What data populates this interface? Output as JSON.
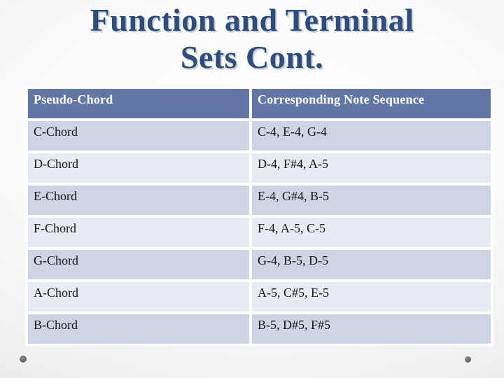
{
  "slide": {
    "title_line1": "Function and Terminal",
    "title_line2": "Sets Cont."
  },
  "table": {
    "columns": [
      "Pseudo-Chord",
      "Corresponding Note Sequence"
    ],
    "rows": [
      {
        "chord": "C-Chord",
        "notes": "C-4, E-4, G-4"
      },
      {
        "chord": "D-Chord",
        "notes": "D-4, F#4, A-5"
      },
      {
        "chord": "E-Chord",
        "notes": "E-4, G#4, B-5"
      },
      {
        "chord": "F-Chord",
        "notes": "F-4, A-5, C-5"
      },
      {
        "chord": "G-Chord",
        "notes": "G-4, B-5, D-5"
      },
      {
        "chord": "A-Chord",
        "notes": "A-5, C#5, E-5"
      },
      {
        "chord": "B-Chord",
        "notes": "B-5, D#5, F#5"
      }
    ]
  },
  "colors": {
    "title_text": "#2e4d7c",
    "header_background": "#6277a5",
    "header_text": "#ffffff",
    "row_dark": "#cfd4e4",
    "row_light": "#e9ebf3",
    "cell_text": "#141414",
    "table_border": "#ffffff",
    "dot_gray": "#6b6b6d"
  },
  "decorations": {
    "bottom_left_dot": "small-gray-circle",
    "bottom_right_dot": "small-gray-circle"
  }
}
